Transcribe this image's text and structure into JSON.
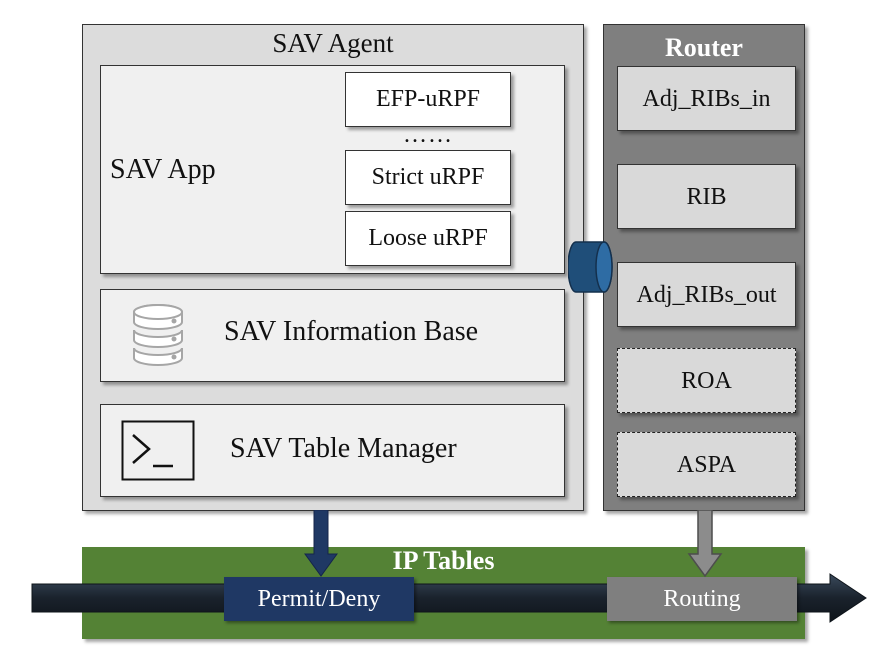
{
  "sav_agent": {
    "title": "SAV Agent",
    "app": {
      "label": "SAV App",
      "algorithms": [
        "EFP-uRPF",
        "……",
        "Strict uRPF",
        "Loose uRPF"
      ]
    },
    "information_base": {
      "label": "SAV Information Base",
      "icon": "database-icon"
    },
    "table_manager": {
      "label": "SAV Table Manager",
      "icon": "terminal-icon"
    }
  },
  "router": {
    "title": "Router",
    "components": [
      "Adj_RIBs_in",
      "RIB",
      "Adj_RIBs_out",
      "ROA",
      "ASPA"
    ]
  },
  "ip_tables": {
    "title": "IP Tables",
    "permit_deny": "Permit/Deny",
    "routing": "Routing"
  },
  "colors": {
    "agent_bg": "#dcdcdc",
    "router_bg": "#7f7f7f",
    "ip_tables_bg": "#548235",
    "permit_bg": "#1f3864",
    "connector": "#1f4e79"
  }
}
